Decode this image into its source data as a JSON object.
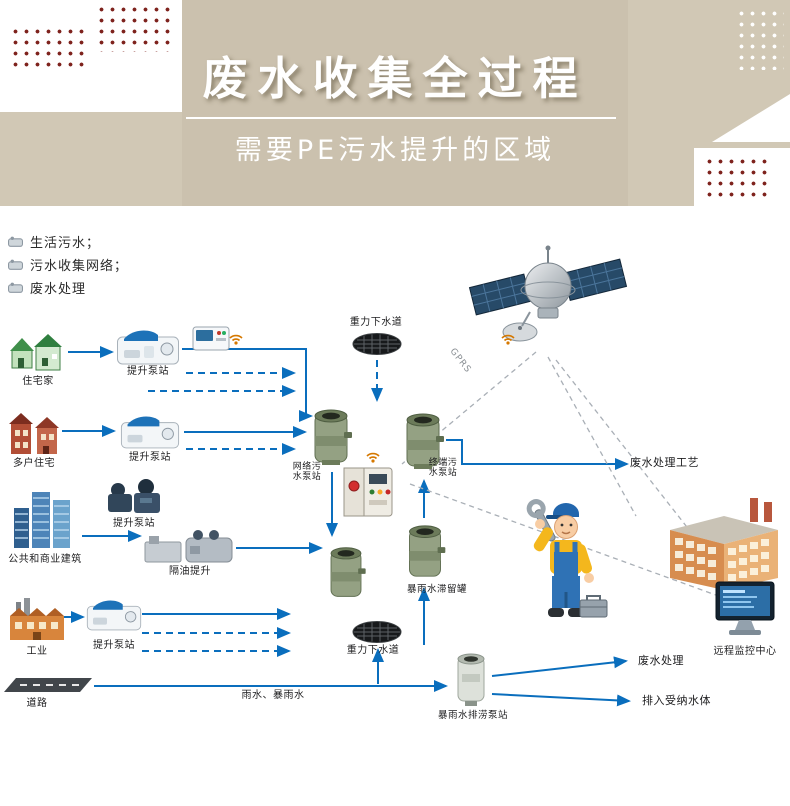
{
  "header": {
    "title": "废水收集全过程",
    "subtitle": "需要PE污水提升的区域"
  },
  "legend": {
    "items": [
      {
        "label": "生活污水；"
      },
      {
        "label": "污水收集网络；"
      },
      {
        "label": "废水处理"
      }
    ]
  },
  "labels": {
    "residential": "住宅家",
    "multifamily": "多户住宅",
    "commercial": "公共和商业建筑",
    "industry": "工业",
    "road": "道路",
    "lift1": "提升泵站",
    "lift2": "提升泵站",
    "lift3": "提升泵站",
    "lift4": "提升泵站",
    "oil_lift": "隔油提升",
    "gravity_top": "重力下水道",
    "gravity_bottom": "重力下水道",
    "network_station": "网络污水泵站",
    "terminal_station": "终端污水泵站",
    "retention_tank": "暴雨水滞留罐",
    "storm_station": "暴雨水排涝泵站",
    "rain_storm": "雨水、暴雨水",
    "gprs": "GPRS",
    "treatment_process": "废水处理工艺",
    "treatment": "废水处理",
    "discharge": "排入受纳水体",
    "monitoring_center": "远程监控中心"
  },
  "colors": {
    "banner": "#d1c8b5",
    "flow_arrow": "#0a6ebd",
    "dot_accent": "#7e221d"
  }
}
